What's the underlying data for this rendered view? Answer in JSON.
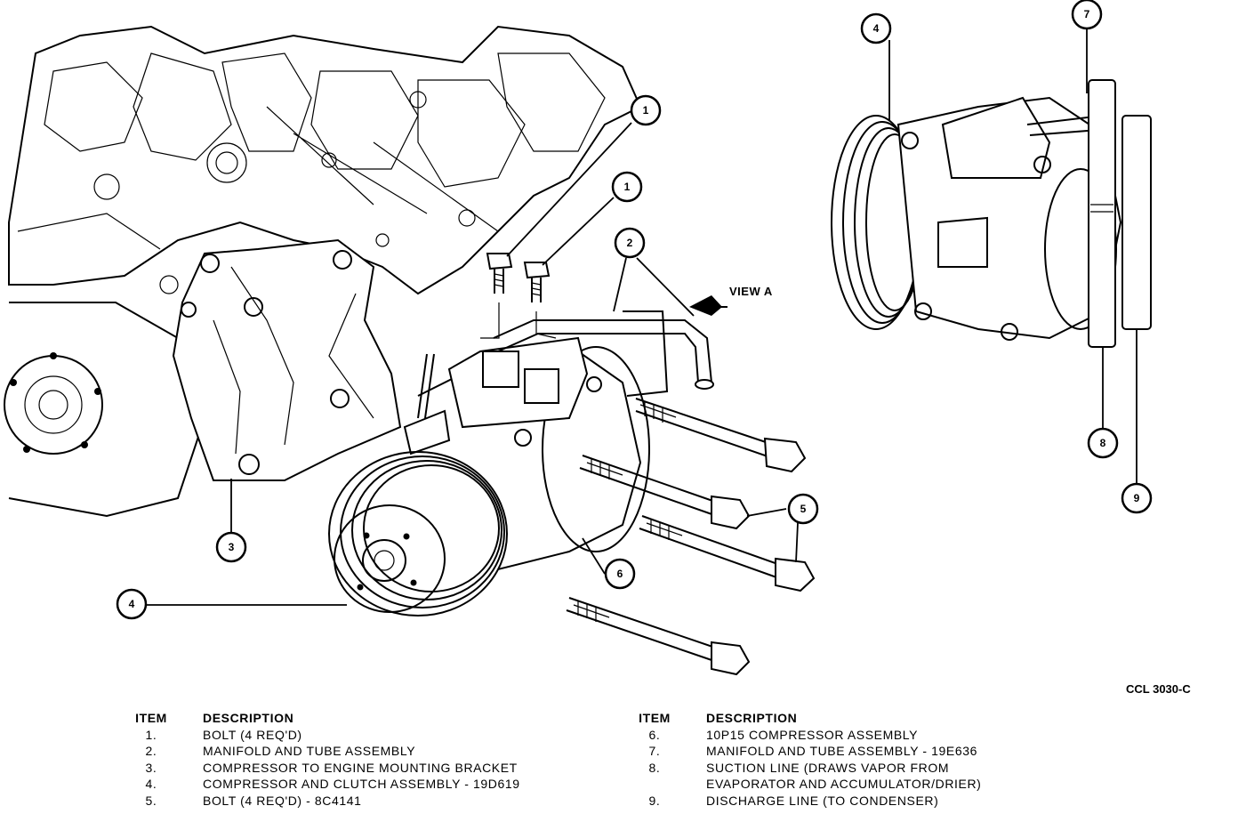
{
  "diagram": {
    "view_label": "VIEW A",
    "figure_code": "CCL 3030-C",
    "main_callouts": [
      "1",
      "1",
      "2",
      "3",
      "4",
      "5",
      "6"
    ],
    "view_a_callouts": [
      "4",
      "7",
      "8",
      "9"
    ]
  },
  "legend": {
    "item_header": "ITEM",
    "description_header": "DESCRIPTION",
    "left": [
      {
        "item": "1.",
        "description": "BOLT (4 REQ'D)"
      },
      {
        "item": "2.",
        "description": "MANIFOLD AND TUBE ASSEMBLY"
      },
      {
        "item": "3.",
        "description": "COMPRESSOR TO ENGINE MOUNTING BRACKET"
      },
      {
        "item": "4.",
        "description": "COMPRESSOR AND CLUTCH ASSEMBLY - 19D619"
      },
      {
        "item": "5.",
        "description": "BOLT (4 REQ'D) - 8C4141"
      }
    ],
    "right": [
      {
        "item": "6.",
        "description": "10P15 COMPRESSOR ASSEMBLY"
      },
      {
        "item": "7.",
        "description": "MANIFOLD AND TUBE ASSEMBLY - 19E636"
      },
      {
        "item": "8.",
        "description": "SUCTION LINE (DRAWS VAPOR FROM"
      },
      {
        "item": "",
        "description": "EVAPORATOR AND ACCUMULATOR/DRIER)"
      },
      {
        "item": "9.",
        "description": "DISCHARGE LINE (TO CONDENSER)"
      }
    ]
  }
}
